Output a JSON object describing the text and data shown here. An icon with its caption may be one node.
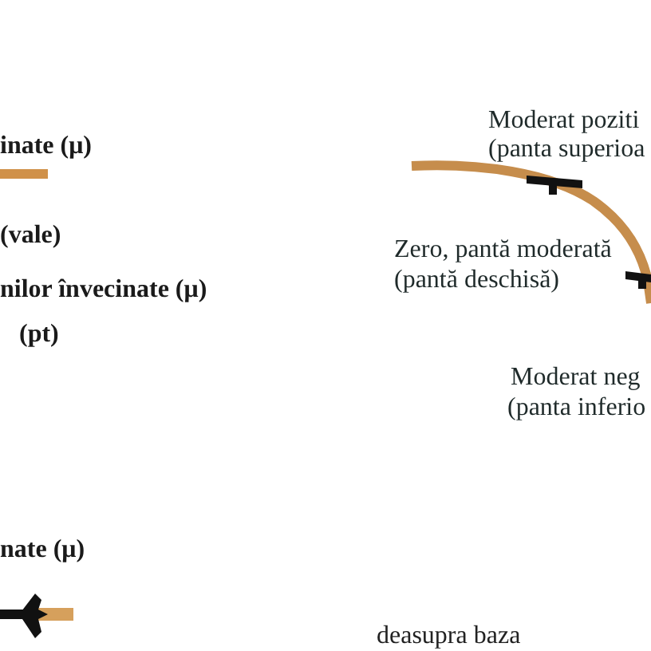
{
  "diagram": {
    "labels": [
      "Moderat poziti",
      "inate (μ)",
      "(panta superioa",
      "(vale)",
      "Zero, pantă moderată",
      "(pantă deschisă)",
      "nilor învecinate (μ)",
      "(pt)",
      "Moderat neg",
      "(panta inferio",
      "nate (μ)",
      "deasupra baza"
    ]
  }
}
